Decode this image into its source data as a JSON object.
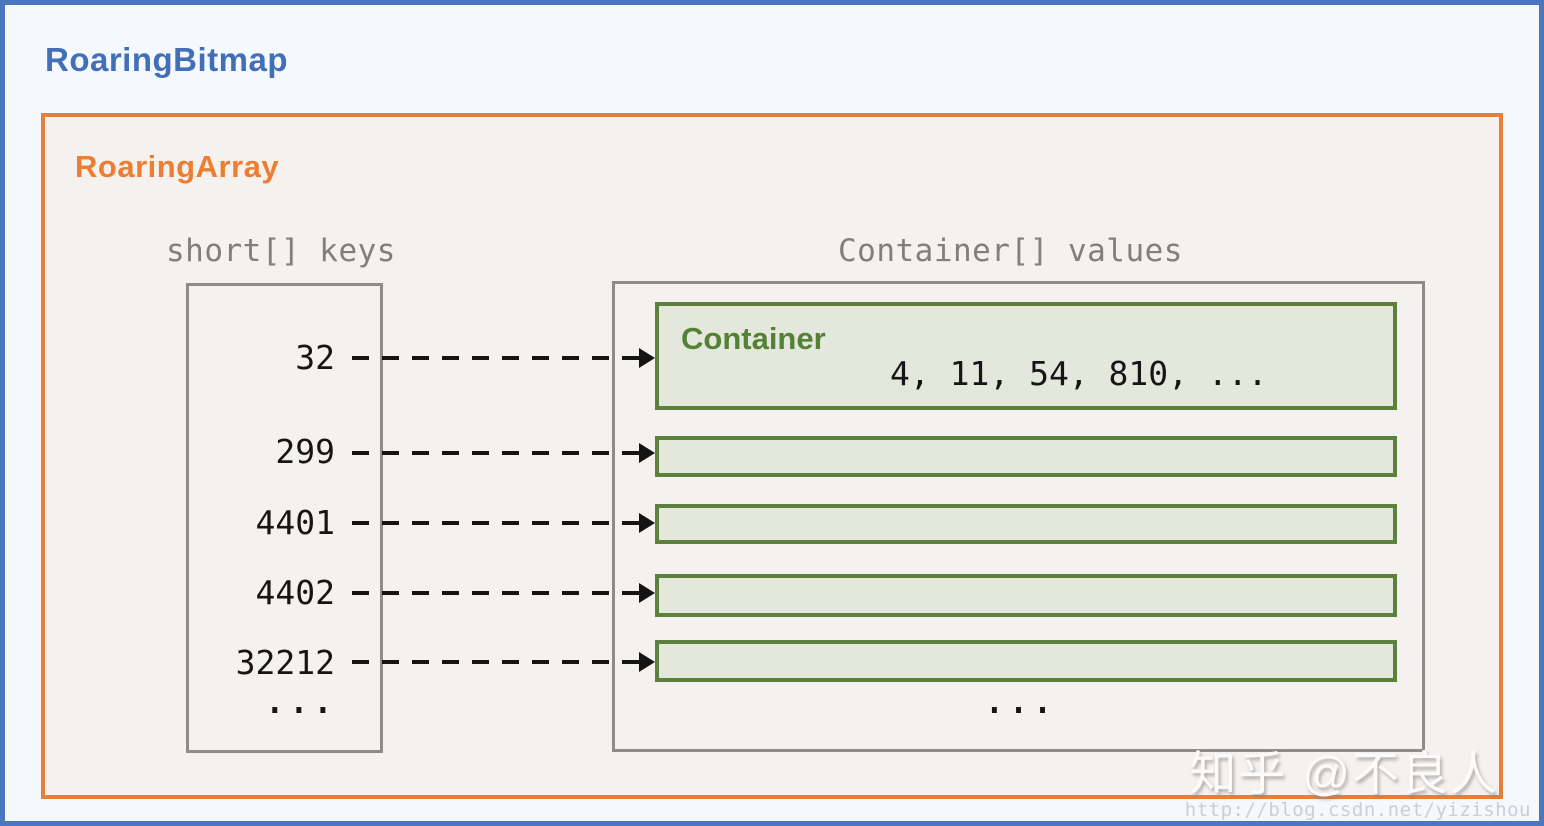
{
  "diagram": {
    "title": "RoaringBitmap",
    "subtitle": "RoaringArray",
    "keys": {
      "header": "short[] keys",
      "items": [
        "32",
        "299",
        "4401",
        "4402",
        "32212"
      ],
      "ellipsis": "..."
    },
    "containers": {
      "header": "Container[] values",
      "first_label": "Container",
      "first_values": "4, 11, 54, 810, ...",
      "ellipsis": "..."
    },
    "colors": {
      "outer_border_blue": "#4a77c0",
      "title_blue": "#4170b8",
      "inner_border_orange": "#e5803a",
      "title_orange": "#ed7d31",
      "container_border_green": "#5b813c",
      "container_fill_green": "#e4e7dc",
      "container_label_green": "#538135",
      "box_border_gray": "#8c8c8c",
      "column_label_gray": "#7f7f7f",
      "outer_background": "#f5f8fc",
      "inner_background": "#f5f1ee"
    }
  },
  "watermark": {
    "credit": "知乎 @不良人",
    "url": "http://blog.csdn.net/yizishou"
  }
}
